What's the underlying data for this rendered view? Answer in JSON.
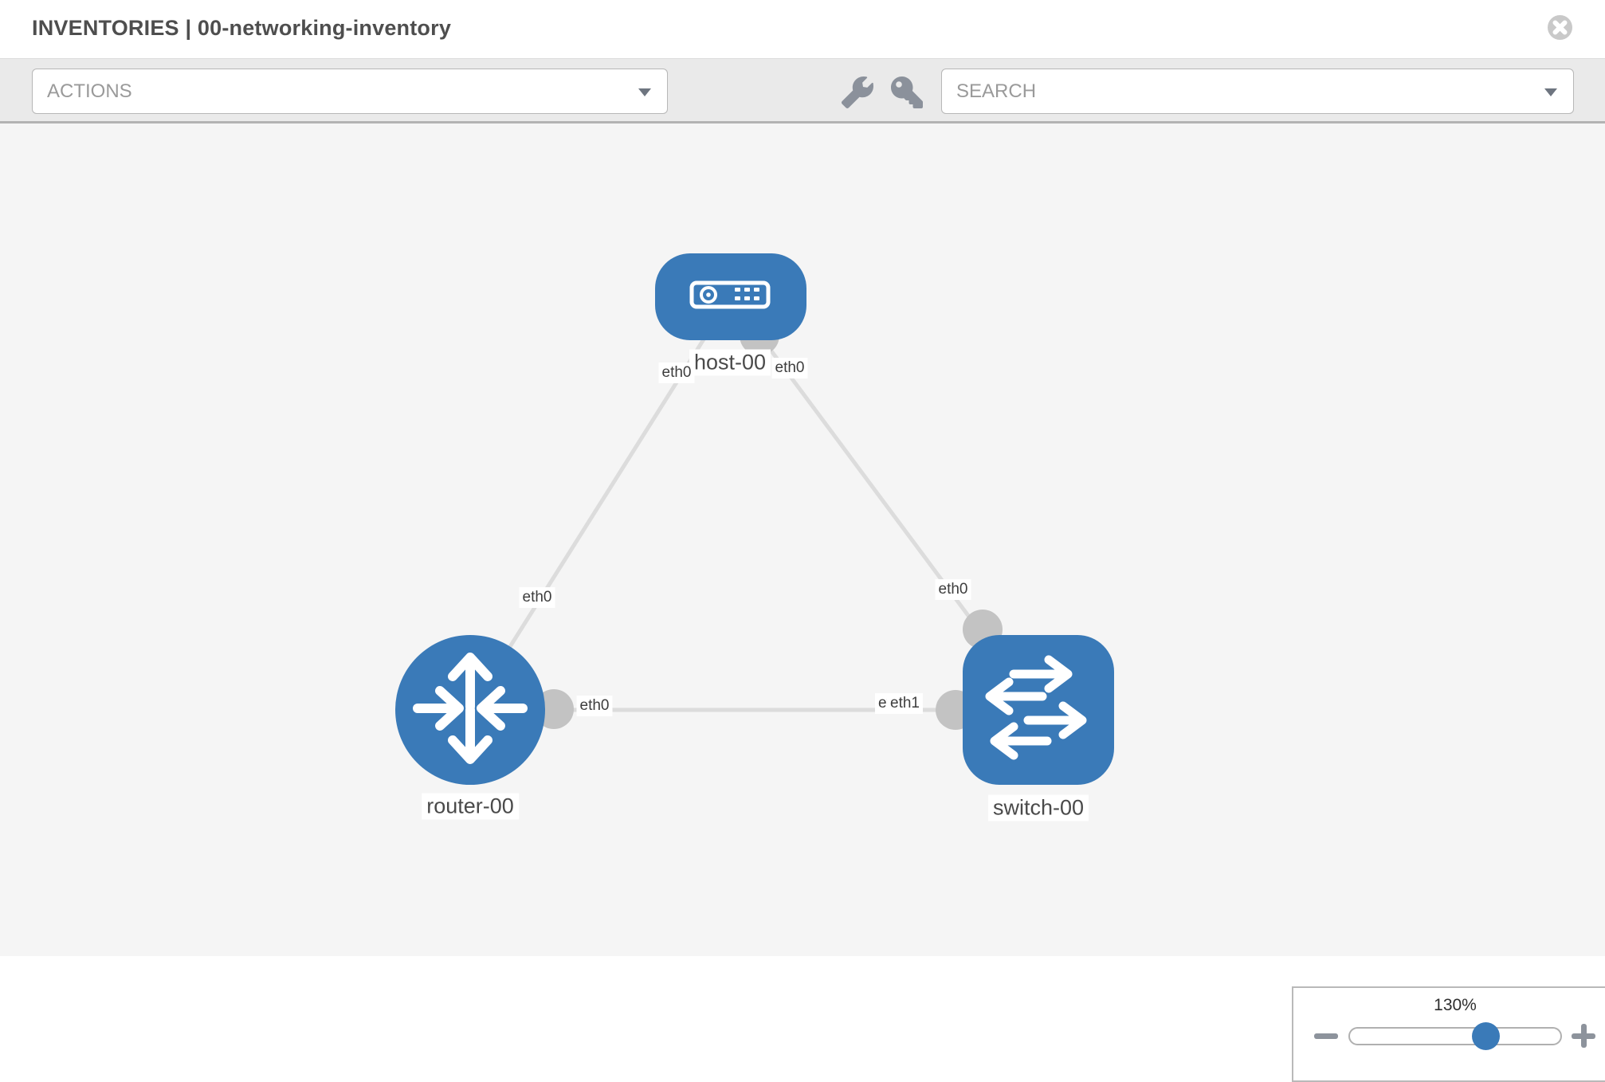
{
  "header": {
    "title": "INVENTORIES | 00-networking-inventory"
  },
  "toolbar": {
    "actions_label": "ACTIONS",
    "search_label": "SEARCH"
  },
  "topology": {
    "nodes": [
      {
        "label": "host-00",
        "type": "host"
      },
      {
        "label": "router-00",
        "type": "router"
      },
      {
        "label": "switch-00",
        "type": "switch"
      }
    ],
    "links": [
      {
        "from": "host-00",
        "to": "router-00",
        "from_label": "eth0",
        "to_label": "eth0"
      },
      {
        "from": "host-00",
        "to": "switch-00",
        "from_label": "eth0",
        "to_label": "eth0"
      },
      {
        "from": "router-00",
        "to": "switch-00",
        "from_label": "eth0",
        "to_label": "eth1",
        "overlap_label": "eth0"
      }
    ]
  },
  "zoom_control": {
    "level": "130%"
  },
  "colors": {
    "node_blue": "#3a7ab8",
    "link_gray": "#dcdcdc",
    "interface_gray": "#c3c3c3",
    "canvas_bg": "#f5f5f5",
    "toolbar_bg": "#eaeaea"
  }
}
